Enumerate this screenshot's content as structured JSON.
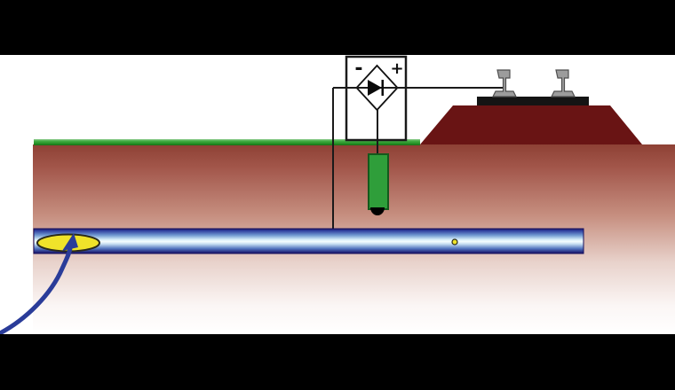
{
  "figure": {
    "title": "pipeline-stray-current-drainage-diagram",
    "rectifier": {
      "minus_label": "-",
      "plus_label": "+"
    },
    "components": {
      "rectifier_unit": "diode-drainage-unit",
      "railway": "rail-track-on-embankment",
      "anode": "grounding-electrode",
      "pipeline": "buried-pipeline",
      "defect": "coating-defect",
      "arrow": "current-entry-arrow"
    },
    "colors": {
      "letterbox_black": "#000000",
      "sky_white": "#ffffff",
      "grass_green": "#2da22d",
      "soil_top": "#8e4135",
      "embankment_maroon": "#691414",
      "sleeper_black": "#141414",
      "rail_grey": "#9c9c9c",
      "rail_outline": "#4f4f4f",
      "wire_black": "#1a1a1a",
      "box_border": "#1a1a1a",
      "diode_black": "#0a0a0a",
      "anode_green": "#2f9e3a",
      "anode_outline": "#14591c",
      "anode_tip_black": "#000000",
      "pipe_dark_navy": "#1b1060",
      "pipe_highlight": "#f6fdfe",
      "defect_yellow": "#efe32a",
      "defect_outline": "#2a2a1a",
      "arrow_blue": "#2a3c99"
    }
  }
}
